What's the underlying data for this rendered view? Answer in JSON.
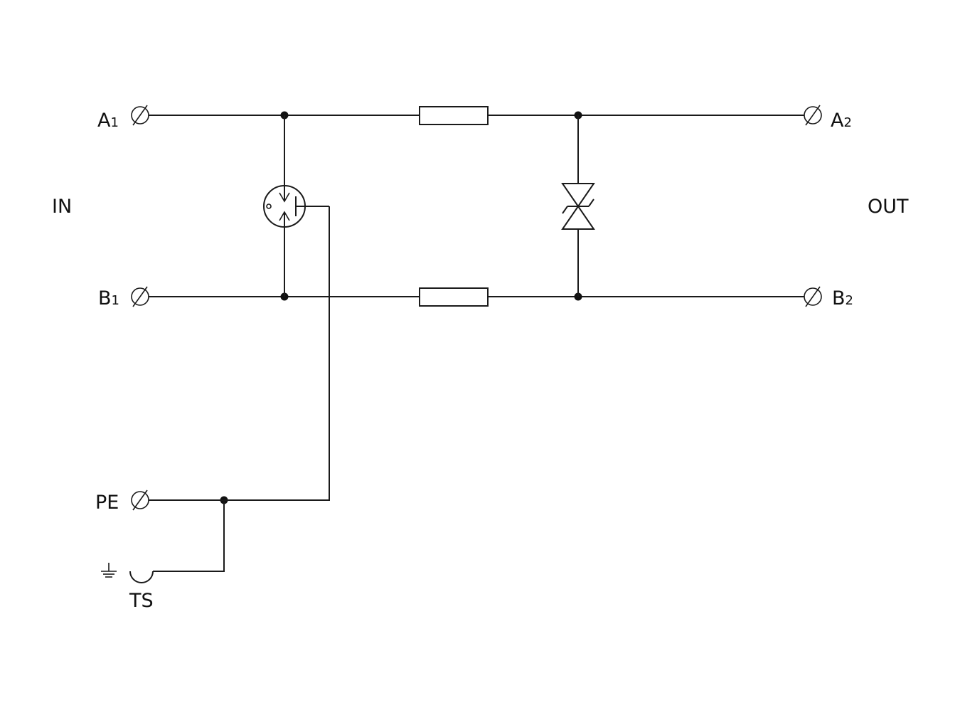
{
  "groups": {
    "input": "IN",
    "output": "OUT"
  },
  "terminals": {
    "a_in": {
      "letter": "A",
      "index": "1"
    },
    "b_in": {
      "letter": "B",
      "index": "1"
    },
    "a_out": {
      "letter": "A",
      "index": "2"
    },
    "b_out": {
      "letter": "B",
      "index": "2"
    },
    "pe": {
      "letter": "PE"
    },
    "ts": {
      "letter": "TS"
    }
  },
  "colors": {
    "line": "#1a1a1a",
    "background": "#ffffff"
  }
}
